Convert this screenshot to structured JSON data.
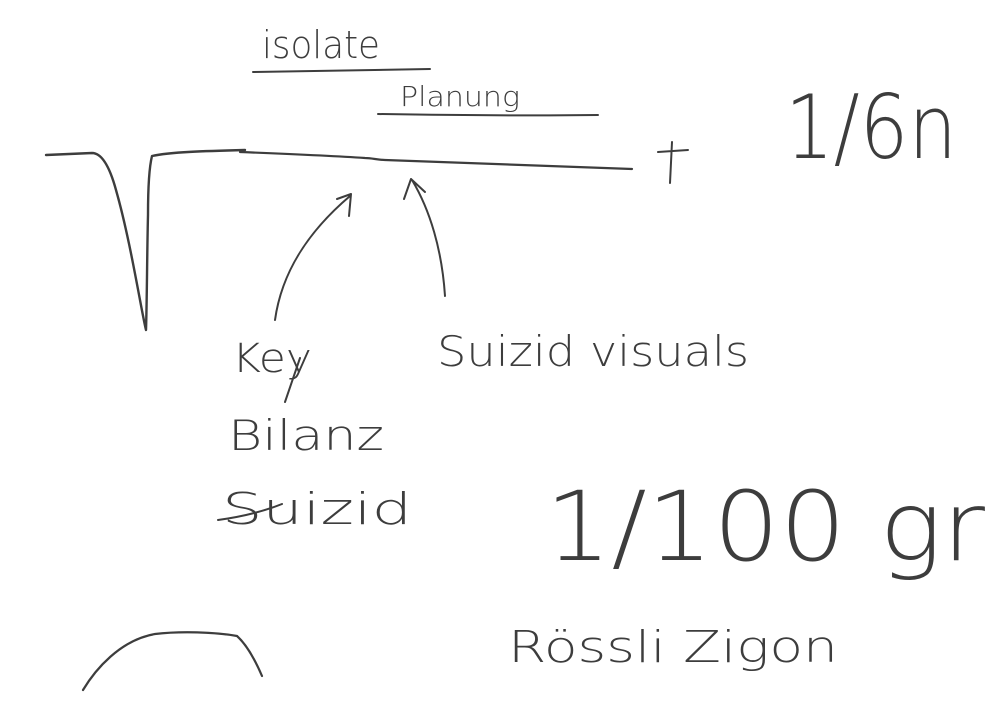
{
  "canvas": {
    "background": "#ffffff",
    "ink_color": "#3d3d3d"
  },
  "labels": {
    "isolate": "isolate",
    "planung": "Planung",
    "fraction_top": "1/6n",
    "key": "Key",
    "bilanz": "Bilanz",
    "suizid_left": "Suizid",
    "suizid_visuals": "Suizid visuals",
    "fraction_bottom": "1/100 gr",
    "roessli": "Rössli Zigon"
  }
}
